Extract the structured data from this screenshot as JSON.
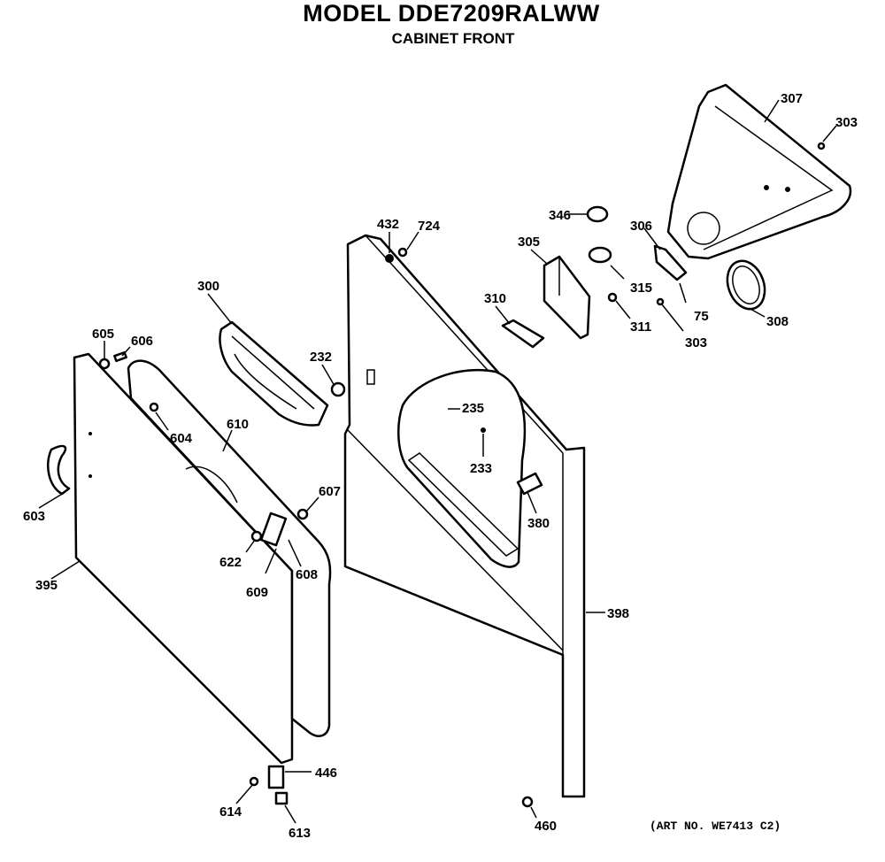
{
  "title": "MODEL DDE7209RALWW",
  "subtitle": "CABINET FRONT",
  "art_number": "(ART NO. WE7413 C2)",
  "callouts": {
    "c307": "307",
    "c303a": "303",
    "c346": "346",
    "c306": "306",
    "c305": "305",
    "c432": "432",
    "c724": "724",
    "c315": "315",
    "c310": "310",
    "c311": "311",
    "c75": "75",
    "c303b": "303",
    "c308": "308",
    "c300": "300",
    "c605": "605",
    "c606": "606",
    "c232": "232",
    "c235": "235",
    "c604": "604",
    "c610": "610",
    "c233": "233",
    "c603": "603",
    "c607": "607",
    "c380": "380",
    "c622": "622",
    "c608": "608",
    "c609": "609",
    "c395": "395",
    "c398": "398",
    "c446": "446",
    "c614": "614",
    "c613": "613",
    "c460": "460"
  }
}
